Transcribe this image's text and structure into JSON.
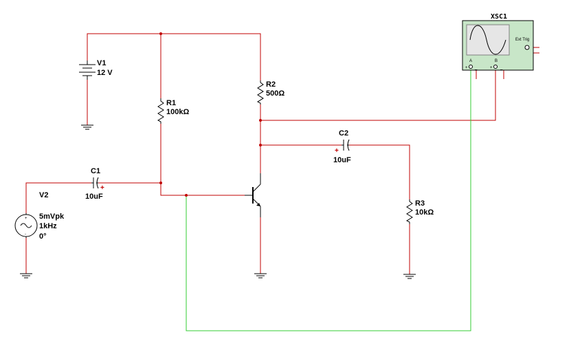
{
  "components": {
    "v1": {
      "ref": "V1",
      "value": "12 V"
    },
    "v2": {
      "ref": "V2",
      "amplitude": "5mVpk",
      "frequency": "1kHz",
      "phase": "0°"
    },
    "r1": {
      "ref": "R1",
      "value": "100kΩ"
    },
    "r2": {
      "ref": "R2",
      "value": "500Ω"
    },
    "r3": {
      "ref": "R3",
      "value": "10kΩ"
    },
    "c1": {
      "ref": "C1",
      "value": "10uF",
      "polarity": "+"
    },
    "c2": {
      "ref": "C2",
      "value": "10uF",
      "polarity": "+"
    },
    "q1": {
      "type": "npn-transistor"
    }
  },
  "scope": {
    "ref": "XSC1",
    "trigger_label": "Ext Trig",
    "channel_a": "A",
    "channel_b": "B",
    "terminal_plus": "+",
    "terminal_minus": "_",
    "screen_bg": "#e6e6e6",
    "body_bg": "#c8e6c8"
  },
  "colors": {
    "wire": "#c00000",
    "probe_wire": "#33cc33",
    "component": "#000000"
  }
}
